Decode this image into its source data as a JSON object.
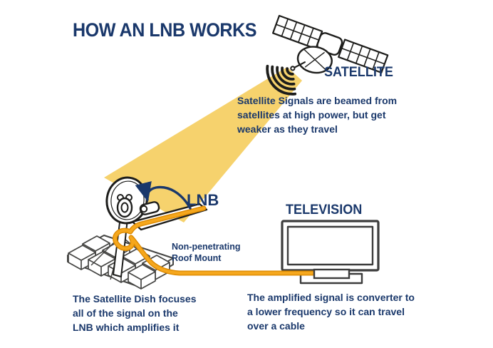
{
  "title": "HOW AN LNB WORKS",
  "labels": {
    "satellite": "SATELLITE",
    "lnb": "LNB",
    "television": "TELEVISION",
    "roof_mount": "Non-penetrating\nRoof Mount"
  },
  "paragraphs": {
    "signal": "Satellite Signals are beamed from\nsatellites at high power, but get\nweaker as they travel",
    "dish": "The Satellite Dish focuses\nall of the signal on the\nLNB which amplifies it",
    "tv": "The amplified signal is converter to\na lower frequency so it can travel\nover a cable"
  },
  "icons": {
    "satellite": "satellite-icon",
    "signal_waves": "signal-waves-icon",
    "signal_beam": "signal-beam",
    "dish": "satellite-dish-icon",
    "roof_mount": "roof-mount-icon",
    "cable": "coax-cable",
    "television": "television-icon",
    "lnb_arrow": "lnb-pointer-arrow"
  },
  "colors": {
    "navy": "#1a386b",
    "beam": "#f6d26d",
    "cable": "#f5a71d",
    "cable_dark": "#dd8a00",
    "ink": "#1d1d1b",
    "tv_ink": "#3c3c3c",
    "mount_ink": "#454543",
    "bg": "#ffffff"
  }
}
